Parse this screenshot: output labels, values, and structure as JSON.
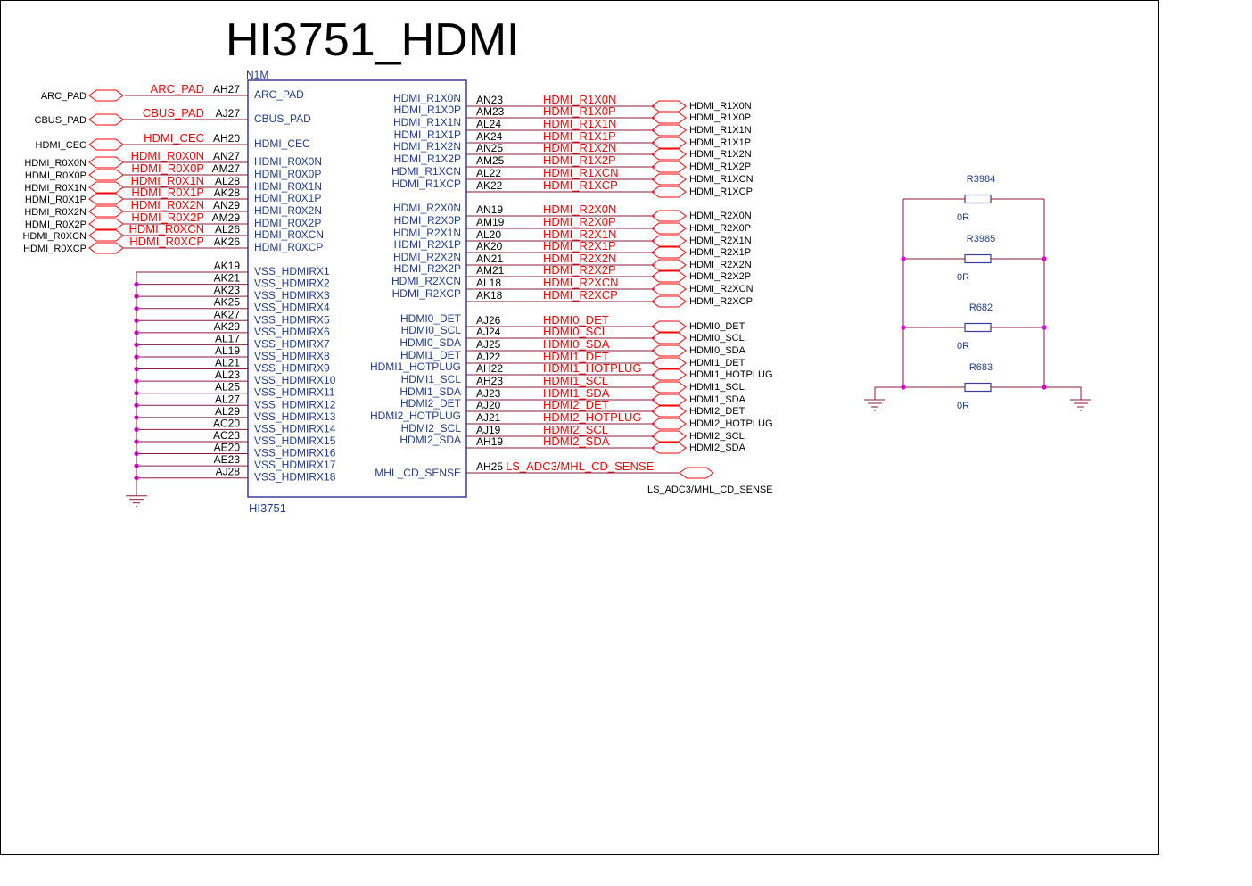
{
  "title": "HI3751_HDMI",
  "chip": {
    "refdes": "N1M",
    "part": "HI3751",
    "left_pins": [
      {
        "pin": "AH27",
        "name": "ARC_PAD",
        "net": "ARC_PAD",
        "port": "ARC_PAD"
      },
      {
        "pin": "AJ27",
        "name": "CBUS_PAD",
        "net": "CBUS_PAD",
        "port": "CBUS_PAD"
      },
      {
        "pin": "AH20",
        "name": "HDMI_CEC",
        "net": "HDMI_CEC",
        "port": "HDMI_CEC"
      },
      {
        "pin": "AN27",
        "name": "HDMI_R0X0N",
        "net": "HDMI_R0X0N",
        "port": "HDMI_R0X0N"
      },
      {
        "pin": "AM27",
        "name": "HDMI_R0X0P",
        "net": "HDMI_R0X0P",
        "port": "HDMI_R0X0P"
      },
      {
        "pin": "AL28",
        "name": "HDMI_R0X1N",
        "net": "HDMI_R0X1N",
        "port": "HDMI_R0X1N"
      },
      {
        "pin": "AK28",
        "name": "HDMI_R0X1P",
        "net": "HDMI_R0X1P",
        "port": "HDMI_R0X1P"
      },
      {
        "pin": "AN29",
        "name": "HDMI_R0X2N",
        "net": "HDMI_R0X2N",
        "port": "HDMI_R0X2N"
      },
      {
        "pin": "AM29",
        "name": "HDMI_R0X2P",
        "net": "HDMI_R0X2P",
        "port": "HDMI_R0X2P"
      },
      {
        "pin": "AL26",
        "name": "HDMI_R0XCN",
        "net": "HDMI_R0XCN",
        "port": "HDMI_R0XCN"
      },
      {
        "pin": "AK26",
        "name": "HDMI_R0XCP",
        "net": "HDMI_R0XCP",
        "port": "HDMI_R0XCP"
      }
    ],
    "vss_pins": [
      {
        "pin": "AK19",
        "name": "VSS_HDMIRX1"
      },
      {
        "pin": "AK21",
        "name": "VSS_HDMIRX2"
      },
      {
        "pin": "AK23",
        "name": "VSS_HDMIRX3"
      },
      {
        "pin": "AK25",
        "name": "VSS_HDMIRX4"
      },
      {
        "pin": "AK27",
        "name": "VSS_HDMIRX5"
      },
      {
        "pin": "AK29",
        "name": "VSS_HDMIRX6"
      },
      {
        "pin": "AL17",
        "name": "VSS_HDMIRX7"
      },
      {
        "pin": "AL19",
        "name": "VSS_HDMIRX8"
      },
      {
        "pin": "AL21",
        "name": "VSS_HDMIRX9"
      },
      {
        "pin": "AL23",
        "name": "VSS_HDMIRX10"
      },
      {
        "pin": "AL25",
        "name": "VSS_HDMIRX11"
      },
      {
        "pin": "AL27",
        "name": "VSS_HDMIRX12"
      },
      {
        "pin": "AL29",
        "name": "VSS_HDMIRX13"
      },
      {
        "pin": "AC20",
        "name": "VSS_HDMIRX14"
      },
      {
        "pin": "AC23",
        "name": "VSS_HDMIRX15"
      },
      {
        "pin": "AE20",
        "name": "VSS_HDMIRX16"
      },
      {
        "pin": "AE23",
        "name": "VSS_HDMIRX17"
      },
      {
        "pin": "AJ28",
        "name": "VSS_HDMIRX18"
      }
    ],
    "right_pins_r1": [
      {
        "pin": "AN23",
        "name": "HDMI_R1X0N",
        "net": "HDMI_R1X0N",
        "port": "HDMI_R1X0N"
      },
      {
        "pin": "AM23",
        "name": "HDMI_R1X0P",
        "net": "HDMI_R1X0P",
        "port": "HDMI_R1X0P"
      },
      {
        "pin": "AL24",
        "name": "HDMI_R1X1N",
        "net": "HDMI_R1X1N",
        "port": "HDMI_R1X1N"
      },
      {
        "pin": "AK24",
        "name": "HDMI_R1X1P",
        "net": "HDMI_R1X1P",
        "port": "HDMI_R1X1P"
      },
      {
        "pin": "AN25",
        "name": "HDMI_R1X2N",
        "net": "HDMI_R1X2N",
        "port": "HDMI_R1X2N"
      },
      {
        "pin": "AM25",
        "name": "HDMI_R1X2P",
        "net": "HDMI_R1X2P",
        "port": "HDMI_R1X2P"
      },
      {
        "pin": "AL22",
        "name": "HDMI_R1XCN",
        "net": "HDMI_R1XCN",
        "port": "HDMI_R1XCN"
      },
      {
        "pin": "AK22",
        "name": "HDMI_R1XCP",
        "net": "HDMI_R1XCP",
        "port": "HDMI_R1XCP"
      }
    ],
    "right_pins_r2": [
      {
        "pin": "AN19",
        "name": "HDMI_R2X0N",
        "net": "HDMI_R2X0N",
        "port": "HDMI_R2X0N"
      },
      {
        "pin": "AM19",
        "name": "HDMI_R2X0P",
        "net": "HDMI_R2X0P",
        "port": "HDMI_R2X0P"
      },
      {
        "pin": "AL20",
        "name": "HDMI_R2X1N",
        "net": "HDMI_R2X1N",
        "port": "HDMI_R2X1N"
      },
      {
        "pin": "AK20",
        "name": "HDMI_R2X1P",
        "net": "HDMI_R2X1P",
        "port": "HDMI_R2X1P"
      },
      {
        "pin": "AN21",
        "name": "HDMI_R2X2N",
        "net": "HDMI_R2X2N",
        "port": "HDMI_R2X2N"
      },
      {
        "pin": "AM21",
        "name": "HDMI_R2X2P",
        "net": "HDMI_R2X2P",
        "port": "HDMI_R2X2P"
      },
      {
        "pin": "AL18",
        "name": "HDMI_R2XCN",
        "net": "HDMI_R2XCN",
        "port": "HDMI_R2XCN"
      },
      {
        "pin": "AK18",
        "name": "HDMI_R2XCP",
        "net": "HDMI_R2XCP",
        "port": "HDMI_R2XCP"
      }
    ],
    "right_pins_ctrl": [
      {
        "pin": "AJ26",
        "name": "HDMI0_DET",
        "net": "HDMI0_DET",
        "port": "HDMI0_DET"
      },
      {
        "pin": "AJ24",
        "name": "HDMI0_SCL",
        "net": "HDMI0_SCL",
        "port": "HDMI0_SCL"
      },
      {
        "pin": "AJ25",
        "name": "HDMI0_SDA",
        "net": "HDMI0_SDA",
        "port": "HDMI0_SDA"
      },
      {
        "pin": "AJ22",
        "name": "HDMI1_DET",
        "net": "HDMI1_DET",
        "port": "HDMI1_DET"
      },
      {
        "pin": "AH22",
        "name": "HDMI1_HOTPLUG",
        "net": "HDMI1_HOTPLUG",
        "port": "HDMI1_HOTPLUG"
      },
      {
        "pin": "AH23",
        "name": "HDMI1_SCL",
        "net": "HDMI1_SCL",
        "port": "HDMI1_SCL"
      },
      {
        "pin": "AJ23",
        "name": "HDMI1_SDA",
        "net": "HDMI1_SDA",
        "port": "HDMI1_SDA"
      },
      {
        "pin": "AJ20",
        "name": "HDMI2_DET",
        "net": "HDMI2_DET",
        "port": "HDMI2_DET"
      },
      {
        "pin": "AJ21",
        "name": "HDMI2_HOTPLUG",
        "net": "HDMI2_HOTPLUG",
        "port": "HDMI2_HOTPLUG"
      },
      {
        "pin": "AJ19",
        "name": "HDMI2_SCL",
        "net": "HDMI2_SCL",
        "port": "HDMI2_SCL"
      },
      {
        "pin": "AH19",
        "name": "HDMI2_SDA",
        "net": "HDMI2_SDA",
        "port": "HDMI2_SDA"
      }
    ],
    "mhl": {
      "pin": "AH25",
      "name": "MHL_CD_SENSE",
      "net": "LS_ADC3/MHL_CD_SENSE",
      "port": "LS_ADC3/MHL_CD_SENSE"
    }
  },
  "resistors": [
    {
      "ref": "R3984",
      "value": "0R"
    },
    {
      "ref": "R3985",
      "value": "0R"
    },
    {
      "ref": "R682",
      "value": "0R"
    },
    {
      "ref": "R683",
      "value": "0R"
    }
  ],
  "colors": {
    "wire": "#8b1a3a",
    "net_label": "#ff0000",
    "chip_border": "#3a3aa0",
    "chip_text": "#1f3a93",
    "junction": "#e000e0",
    "black": "#000000"
  }
}
